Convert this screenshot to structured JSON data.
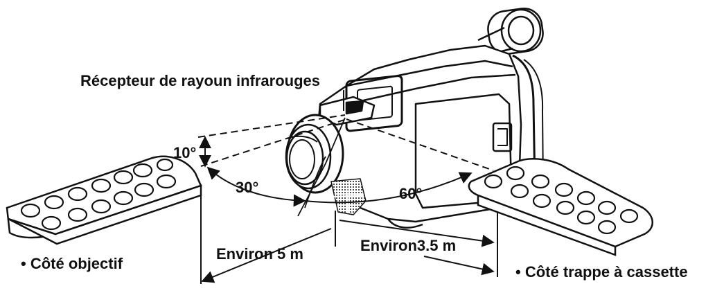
{
  "labels": {
    "receiver": "Récepteur de rayoun infrarouges",
    "angle_vertical": "10°",
    "angle_left": "30°",
    "angle_right": "60°",
    "distance_left": "Environ 5 m",
    "distance_right": "Environ3.5 m",
    "side_left": "• Côté objectif",
    "side_right": "• Côté trappe à cassette"
  },
  "colors": {
    "ink": "#111111",
    "background": "#ffffff"
  }
}
